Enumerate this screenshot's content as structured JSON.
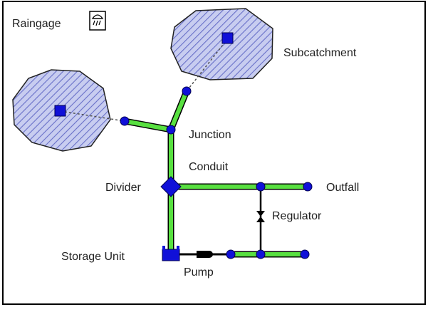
{
  "diagram": {
    "title": "Raingage",
    "labels": {
      "subcatchment": "Subcatchment",
      "junction": "Junction",
      "conduit": "Conduit",
      "divider": "Divider",
      "outfall": "Outfall",
      "regulator": "Regulator",
      "storage_unit": "Storage Unit",
      "pump": "Pump"
    },
    "icons": {
      "raingage": "raingage-icon",
      "subcatchment": "subcatchment-polygon",
      "node": "node-circle",
      "divider": "divider-diamond",
      "storage": "storage-unit-square",
      "pump": "pump-icon",
      "regulator": "regulator-icon"
    },
    "colors": {
      "border": "#000000",
      "polygon_fill": "#c8cdf0",
      "polygon_hatch": "#6870c8",
      "polygon_outline": "#222222",
      "node": "#1010d8",
      "conduit_fill": "#58e040",
      "conduit_outline": "#000000",
      "dashed_link": "#505050"
    }
  }
}
